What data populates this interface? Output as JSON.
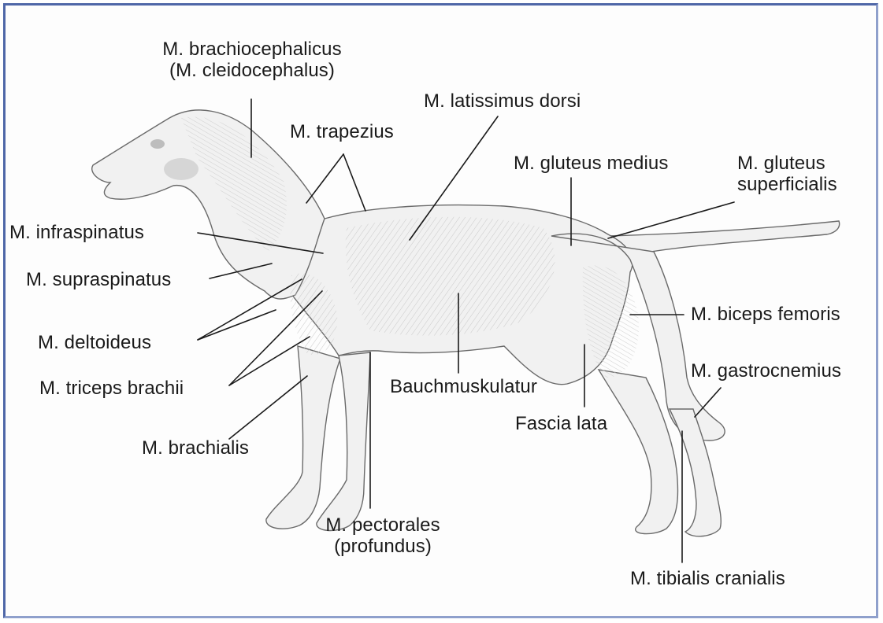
{
  "labels": {
    "brachiocephalicus": "M. brachiocephalicus",
    "cleidocephalus": "(M. cleidocephalus)",
    "latissimus": "M. latissimus dorsi",
    "trapezius": "M. trapezius",
    "gluteus_medius": "M. gluteus medius",
    "gluteus_superficialis_1": "M. gluteus",
    "gluteus_superficialis_2": "superficialis",
    "infraspinatus": "M. infraspinatus",
    "supraspinatus": "M. supraspinatus",
    "deltoideus": "M. deltoideus",
    "triceps": "M. triceps brachii",
    "brachialis": "M. brachialis",
    "bauch": "Bauchmuskulatur",
    "fascia": "Fascia lata",
    "biceps": "M. biceps femoris",
    "gastrocnemius": "M. gastrocnemius",
    "pectorales_1": "M. pectorales",
    "pectorales_2": "(profundus)",
    "tibialis": "M. tibialis cranialis"
  },
  "colors": {
    "frame": "#4f67a8",
    "outline": "#6a6a6a",
    "leader": "#1a1a1a",
    "muscle_shade": "#d8d8d8"
  }
}
